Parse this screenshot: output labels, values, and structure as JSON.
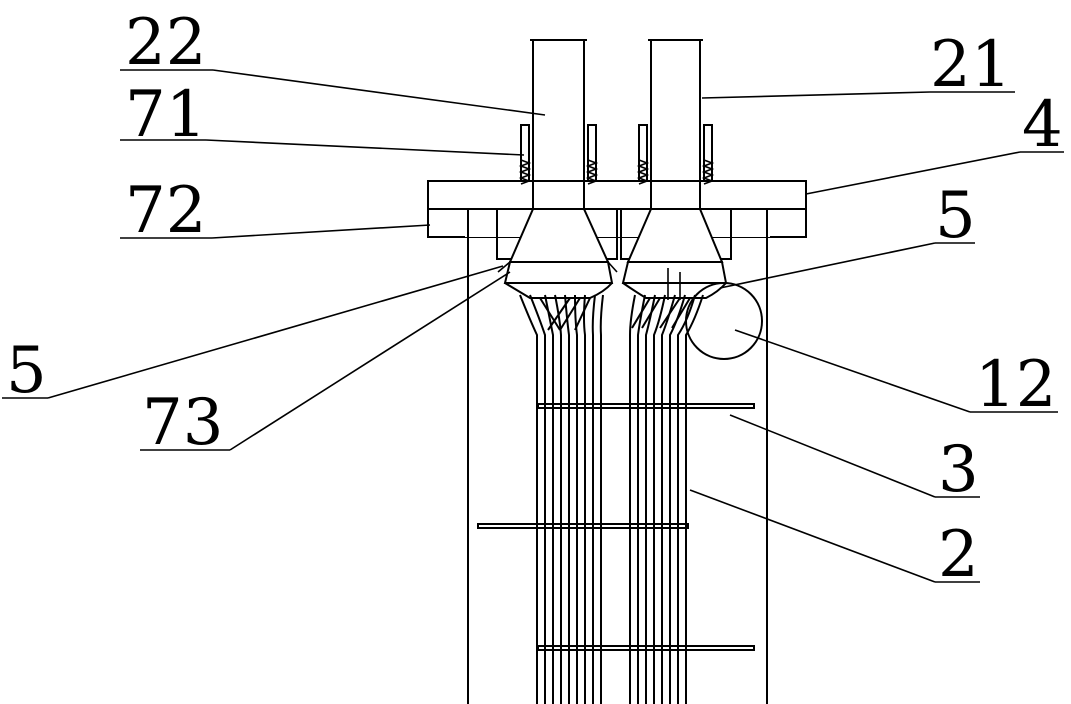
{
  "labels": {
    "l22": "22",
    "l71": "71",
    "l72": "72",
    "l21": "21",
    "l4": "4",
    "l5_right": "5",
    "l5_left": "5",
    "l73": "73",
    "l12": "12",
    "l3": "3",
    "l2": "2"
  },
  "colors": {
    "line": "#000000",
    "background": "#ffffff"
  }
}
